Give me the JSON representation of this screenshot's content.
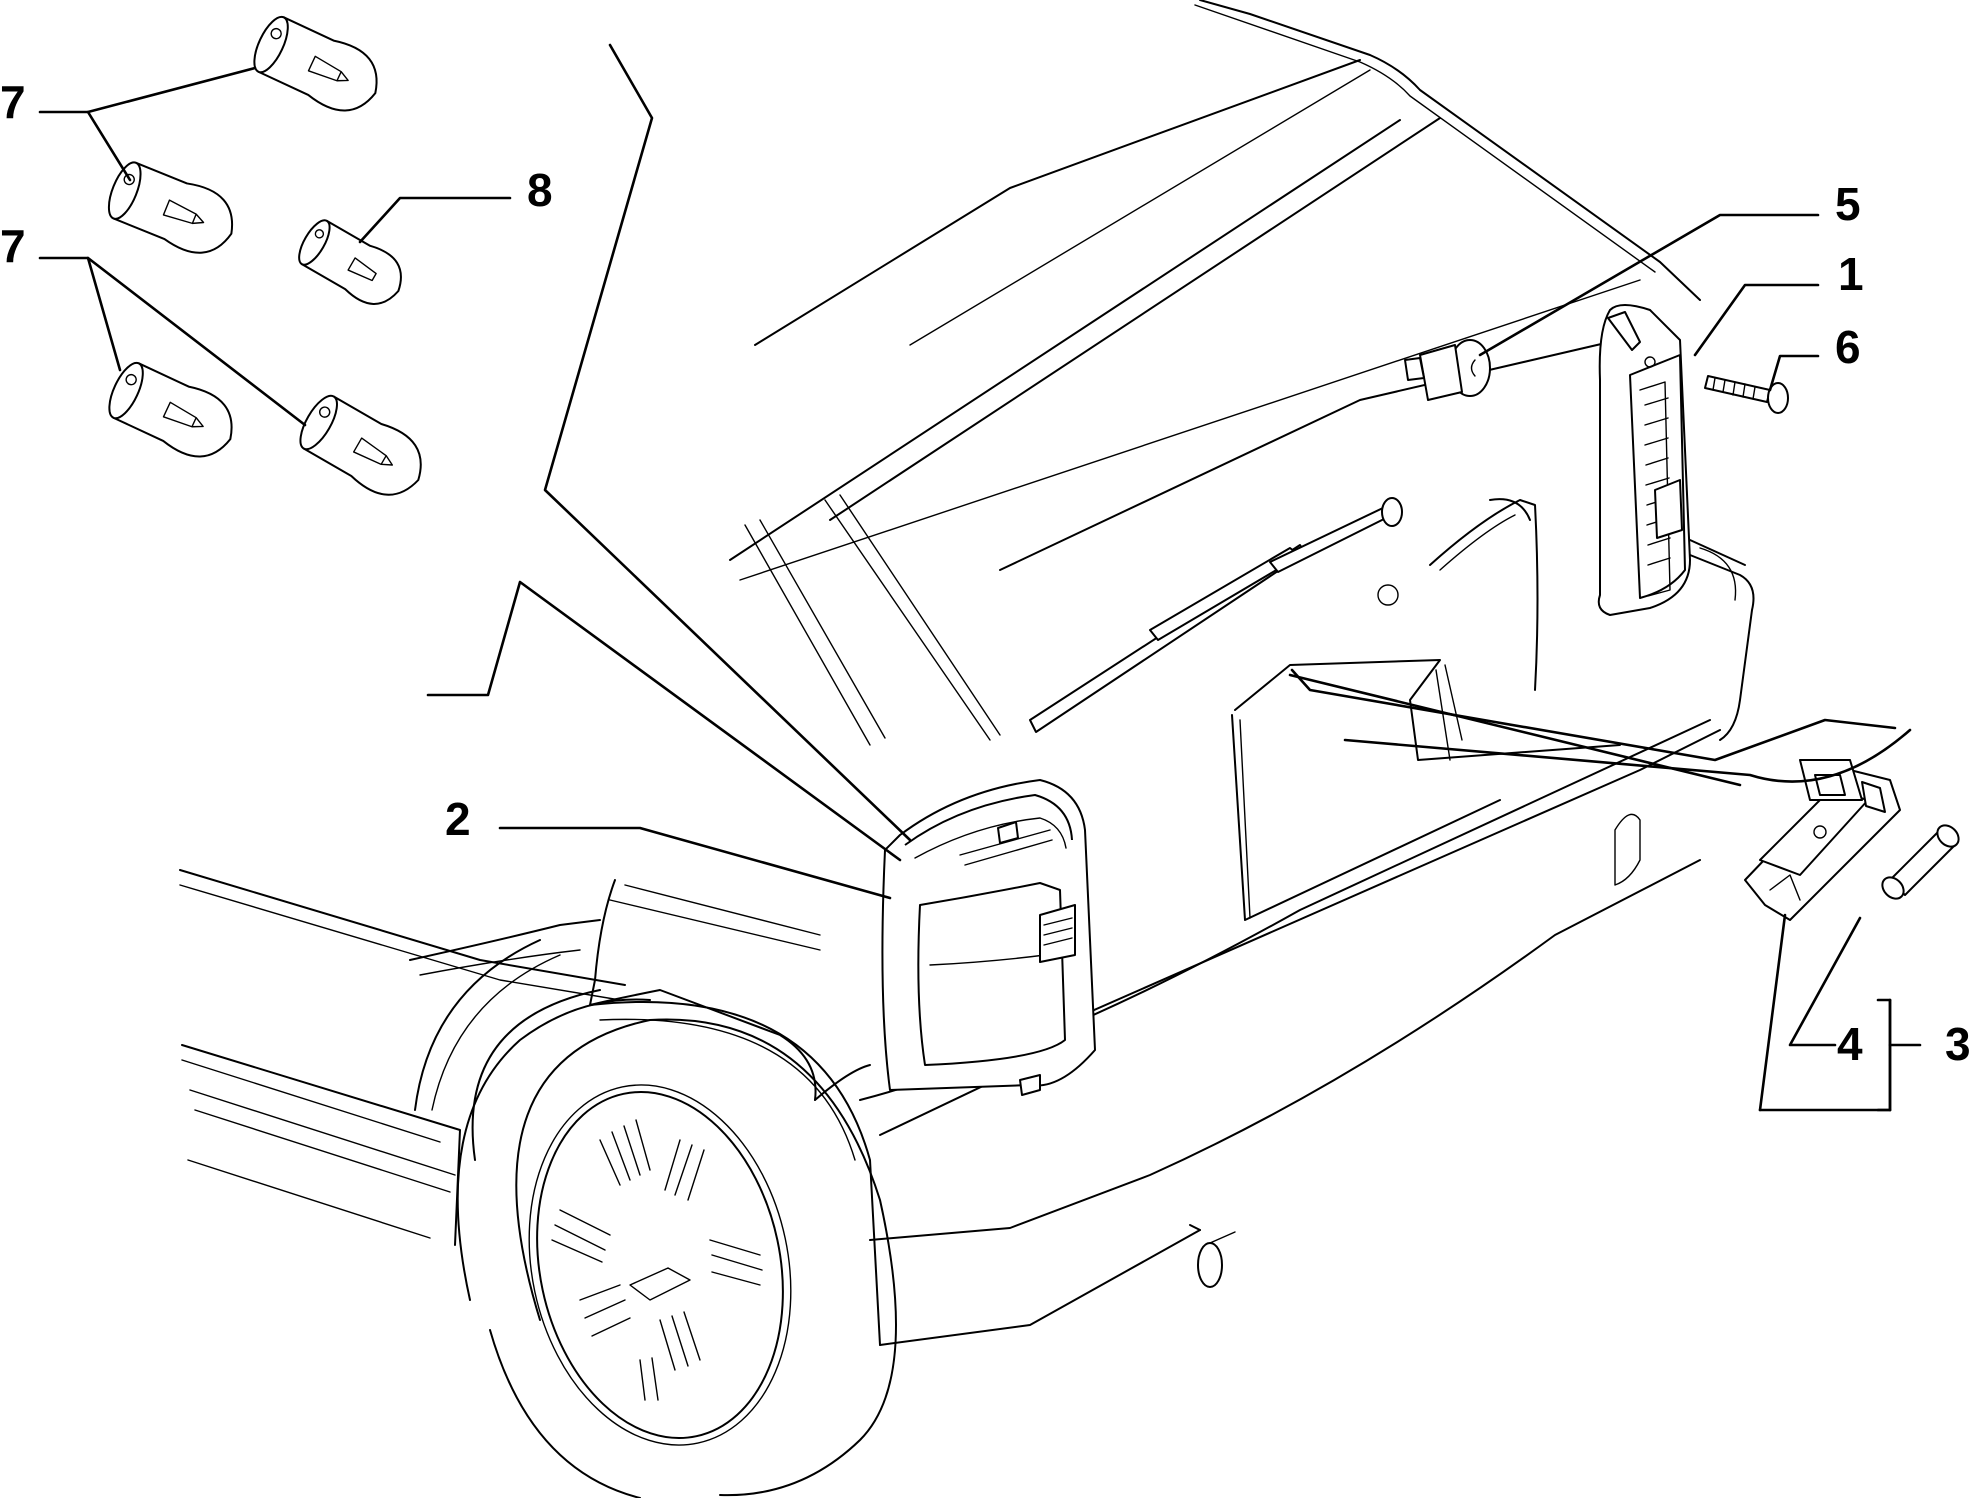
{
  "callouts": {
    "c1": "1",
    "c2": "2",
    "c3": "3",
    "c4": "4",
    "c5": "5",
    "c6": "6",
    "c7a": "7",
    "c7b": "7",
    "c8": "8"
  }
}
